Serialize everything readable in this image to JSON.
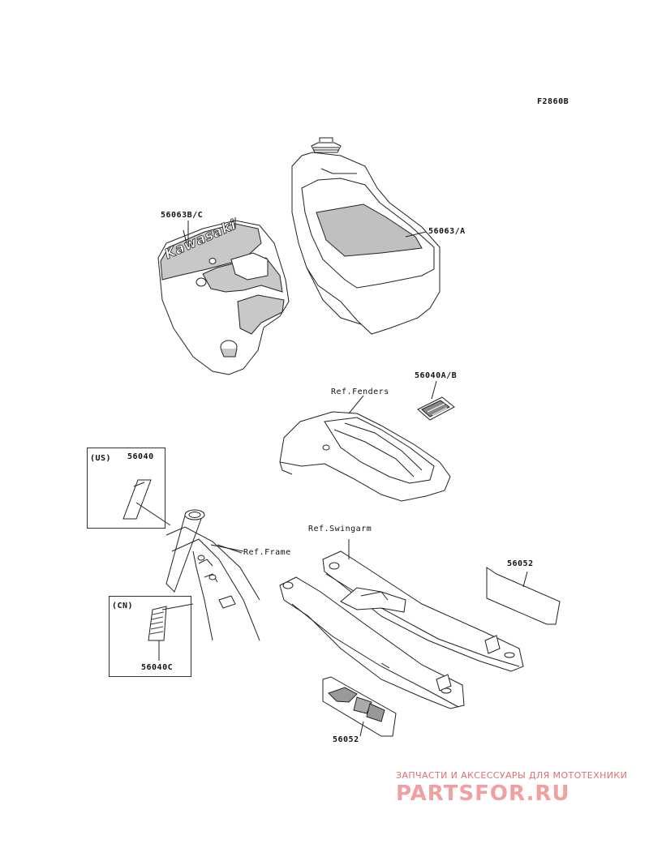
{
  "figure_code": "F2860B",
  "labels": {
    "tank_shroud": "56063B/C",
    "fuel_tank": "56063/A",
    "fender_decal": "56040A/B",
    "ref_fenders": "Ref.Fenders",
    "us_marker": "(US)",
    "us_part": "56040",
    "ref_frame": "Ref.Frame",
    "cn_marker": "(CN)",
    "cn_part": "56040C",
    "ref_swingarm": "Ref.Swingarm",
    "swingarm_decal": "56052",
    "lower_decal": "56052"
  },
  "shroud_logo": "Kawasaki",
  "watermark": {
    "line1": "ЗАПЧАСТИ И АКСЕССУАРЫ ДЛЯ МОТОТЕХНИКИ",
    "line2": "PARTSFOR.RU"
  },
  "colors": {
    "line": "#222222",
    "shade": "#bdbdbd",
    "watermark": "#e07070"
  }
}
